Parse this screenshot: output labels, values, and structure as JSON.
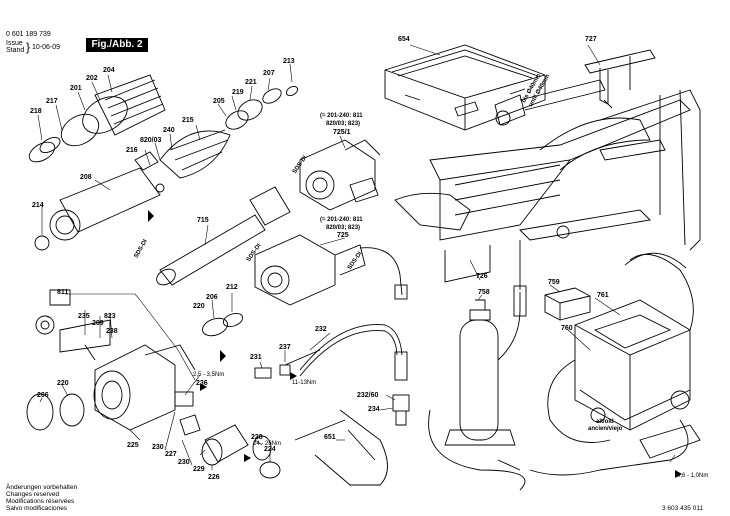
{
  "header": {
    "doc_number": "0 601 189 739",
    "issue_label": "Issue",
    "stand_label": "Stand",
    "date": "10-06-09",
    "figure": "Fig./Abb. 2"
  },
  "labels": {
    "p654": "654",
    "p727": "727",
    "p204": "204",
    "p202": "202",
    "p201": "201",
    "p217": "217",
    "p218": "218",
    "p207": "207",
    "p213": "213",
    "p221": "221",
    "p219": "219",
    "p205": "205",
    "p215": "215",
    "p240": "240",
    "p820_03": "820/03",
    "p216": "216",
    "p208": "208",
    "p214": "214",
    "p715": "715",
    "p725_1": "725/1",
    "p725": "725",
    "p726": "726",
    "p811": "811",
    "p235": "235",
    "p209": "209",
    "p823": "823",
    "p238": "238",
    "p206a": "206",
    "p220a": "220",
    "p212": "212",
    "p232": "232",
    "p231": "231",
    "p237": "237",
    "p236": "236",
    "p220b": "220",
    "p206b": "206",
    "p232_60": "232/60",
    "p234": "234",
    "p651": "651",
    "p228": "228",
    "p224": "224",
    "p225": "225",
    "p230a": "230",
    "p227": "227",
    "p230b": "230",
    "p229": "229",
    "p226": "226",
    "p758": "758",
    "p759": "759",
    "p761": "761",
    "p760": "760",
    "sds_di_a": "SDS-DI",
    "sds_di_b": "SDS-DI",
    "sds_di_c": "SDS-DI",
    "sds_di_d": "SDS-DI"
  },
  "notes": {
    "range_a_l1": "(= 201-240: 811",
    "range_a_l2": "820/03; 823)",
    "range_b_l1": "(= 201-240: 811",
    "range_b_l2": "820/03; 823)",
    "torque_a": "2,5 - 3,5Nm",
    "torque_b": "11-13Nm",
    "torque_c": "24 - 26Nm",
    "torque_d": "0,6 - 1,0Nm",
    "bis_l1": "bis Ø40mm",
    "bis_l2": "until Ø40mm",
    "alt_l1": "alt/old",
    "alt_l2": "ancien/viejo"
  },
  "footer": {
    "line1": "Änderungen vorbehalten",
    "line2": "Changes reserved",
    "line3": "Modifications réservées",
    "line4": "Salvo modificaciones",
    "part_number": "3 603 435 011"
  }
}
